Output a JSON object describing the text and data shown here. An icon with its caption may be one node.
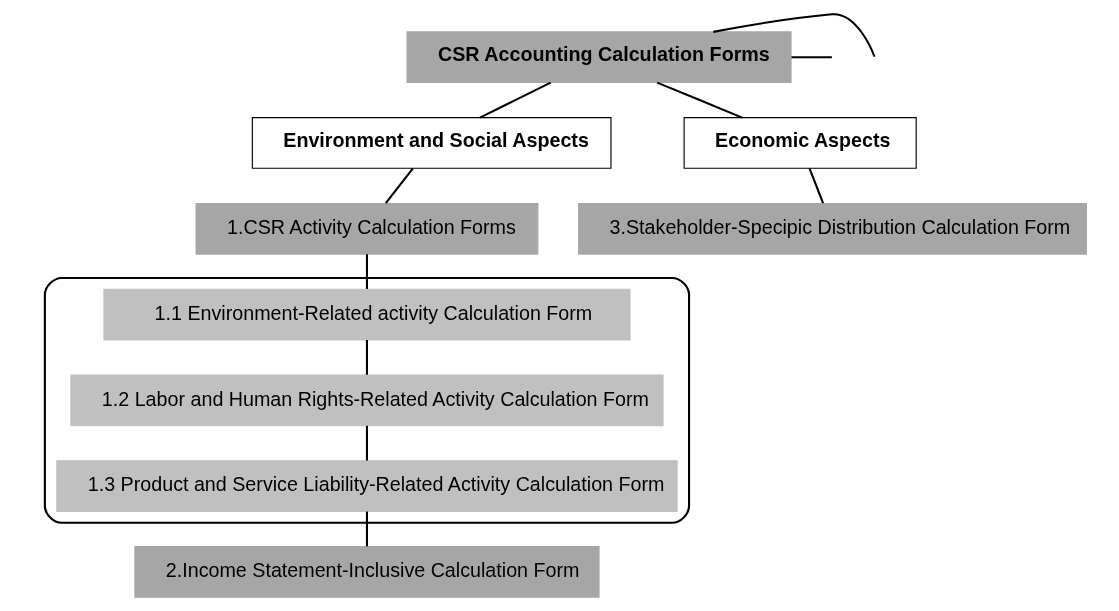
{
  "diagram": {
    "nodes": [
      {
        "text": [
          "CSR Accounting Calculation Forms"
        ]
      },
      {
        "text": [
          "Environment and Social Aspects"
        ]
      },
      {
        "text": [
          "Economic Aspects"
        ]
      },
      {
        "text": [
          "1.CSR Activity Calculation Forms"
        ]
      },
      {
        "text": [],
        "shape": "box"
      },
      {
        "text": [
          "1.1 Environment-Related activity Calculation Form"
        ],
        "in": 4
      },
      {
        "text": [
          "1.2 Labor and Human Rights-Related Activity Calculation Form"
        ],
        "in": 4
      },
      {
        "text": [
          "1.3 Product and Service Liability-Related Activity Calculation Form"
        ],
        "in": 4
      },
      {
        "text": [
          "2.Income Statement-Inclusive Calculation Form"
        ]
      },
      {
        "text": [
          "3.Stakeholder-Specipic Distribution Calculation Form"
        ]
      }
    ],
    "edges": [
      {
        "from": 0,
        "to": 1,
        "arrow": "none"
      },
      {
        "from": 0,
        "to": 2,
        "arrow": "none"
      },
      {
        "from": 1,
        "to": 3,
        "arrow": "none"
      },
      {
        "from": 2,
        "to": 9,
        "arrow": "none"
      },
      {
        "from": 3,
        "to": 5,
        "arrow": "none"
      },
      {
        "from": 5,
        "to": 6,
        "arrow": "none"
      },
      {
        "from": 6,
        "to": 7,
        "arrow": "none"
      },
      {
        "from": 7,
        "to": 8,
        "arrow": "none"
      },
      {
        "from": 0,
        "to": null,
        "arrow": "none"
      },
      {
        "from": 0,
        "to": null,
        "arrow": "none"
      }
    ]
  }
}
